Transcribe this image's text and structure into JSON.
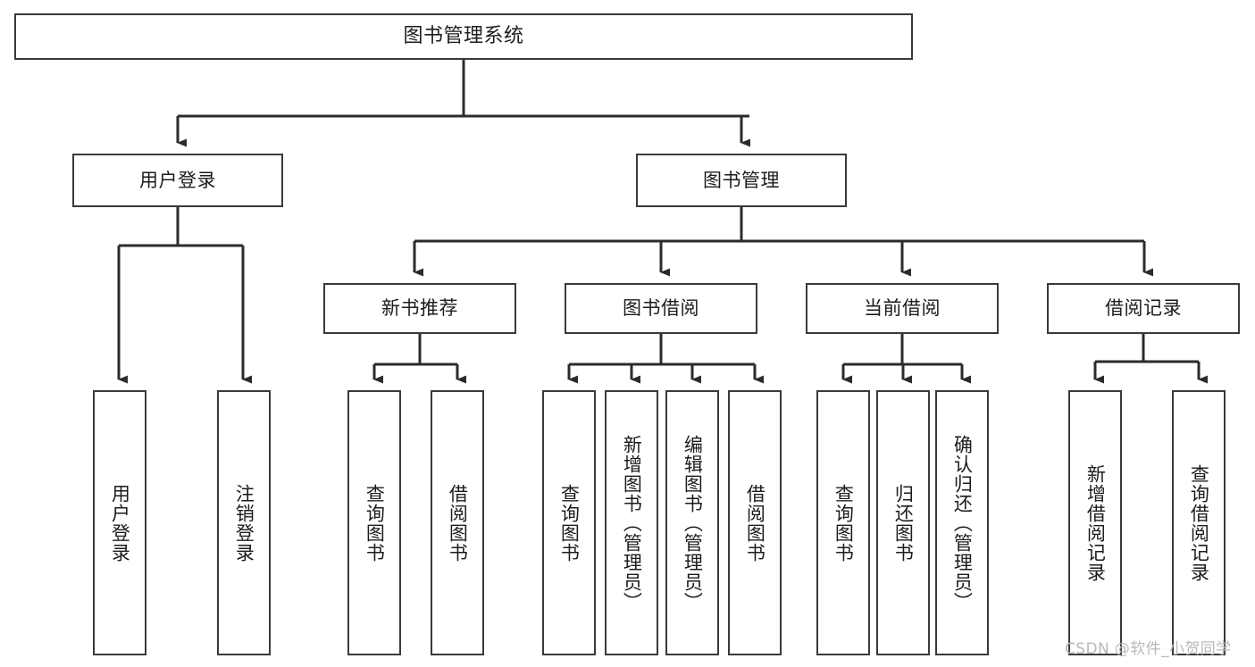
{
  "diagram": {
    "type": "tree",
    "title": "图书管理系统",
    "orientation": "top-down",
    "colors": {
      "box_border": "#3a3a3a",
      "box_fill": "#ffffff",
      "connector": "#2b2b2b",
      "text": "#1c1c1c",
      "watermark": "#b9b9b9",
      "background": "#ffffff"
    },
    "nodes": {
      "root": {
        "label": "图书管理系统"
      },
      "level2": [
        {
          "id": "user-login",
          "label": "用户登录"
        },
        {
          "id": "book-manage",
          "label": "图书管理"
        }
      ],
      "level3": [
        {
          "id": "new-book-recommend",
          "label": "新书推荐"
        },
        {
          "id": "book-borrow",
          "label": "图书借阅"
        },
        {
          "id": "current-borrow",
          "label": "当前借阅"
        },
        {
          "id": "borrow-record",
          "label": "借阅记录"
        }
      ],
      "leaves": {
        "user_login": [
          {
            "id": "leaf-user-login",
            "label": "用户登录"
          },
          {
            "id": "leaf-logout-login",
            "label": "注销登录"
          }
        ],
        "new_book_recommend": [
          {
            "id": "leaf-query-book-1",
            "label": "查询图书"
          },
          {
            "id": "leaf-borrow-book-1",
            "label": "借阅图书"
          }
        ],
        "book_borrow": [
          {
            "id": "leaf-query-book-2",
            "label": "查询图书"
          },
          {
            "id": "leaf-add-book",
            "label": "新增图书（管理员）"
          },
          {
            "id": "leaf-edit-book",
            "label": "编辑图书（管理员）"
          },
          {
            "id": "leaf-borrow-book-2",
            "label": "借阅图书"
          }
        ],
        "current_borrow": [
          {
            "id": "leaf-query-book-3",
            "label": "查询图书"
          },
          {
            "id": "leaf-return-book",
            "label": "归还图书"
          },
          {
            "id": "leaf-confirm-return",
            "label": "确认归还（管理员）"
          }
        ],
        "borrow_record": [
          {
            "id": "leaf-add-record",
            "label": "新增借阅记录"
          },
          {
            "id": "leaf-query-record",
            "label": "查询借阅记录"
          }
        ]
      }
    }
  },
  "watermark": {
    "text": "CSDN @软件_小贺同学"
  }
}
